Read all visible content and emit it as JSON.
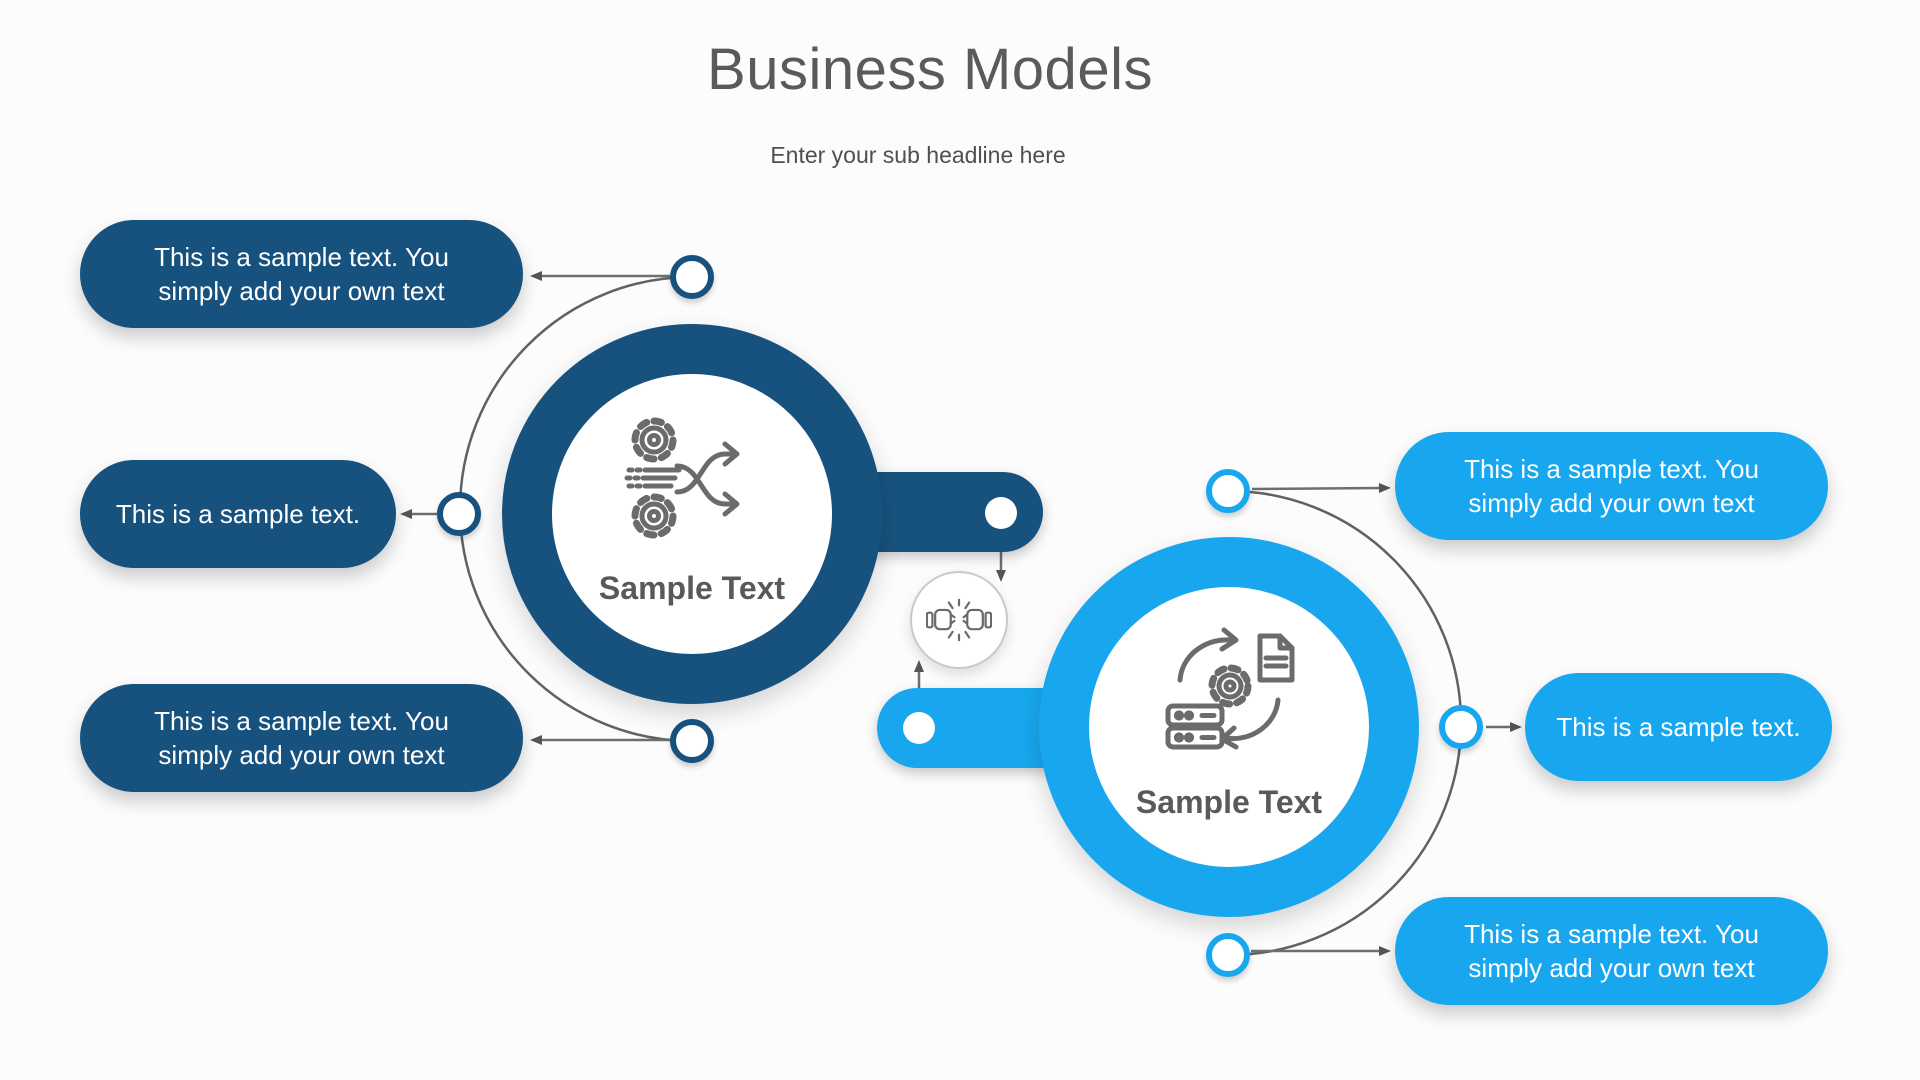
{
  "title": "Business Models",
  "subtitle": "Enter your sub headline here",
  "colors": {
    "navy": "#17527E",
    "cyan": "#18A7EE",
    "connector_gray": "#616161",
    "heading_gray": "#5A5A5A",
    "hub_label_gray": "#58595B",
    "pill_text": "#FFFFFF"
  },
  "left_cluster": {
    "hub_label": "Sample Text",
    "hub_icon": "process-split-gears-icon",
    "items": [
      {
        "text": "This is a sample text. You simply add your own text"
      },
      {
        "text": "This is a sample text."
      },
      {
        "text": "This is a sample text. You simply add your own text"
      }
    ]
  },
  "right_cluster": {
    "hub_label": "Sample Text",
    "hub_icon": "data-cycle-gear-document-icon",
    "items": [
      {
        "text": "This is a sample text. You simply add your own text"
      },
      {
        "text": "This is a sample text."
      },
      {
        "text": "This is a sample text. You simply add your own text"
      }
    ]
  },
  "center_connector": {
    "icon": "fist-bump-icon"
  }
}
